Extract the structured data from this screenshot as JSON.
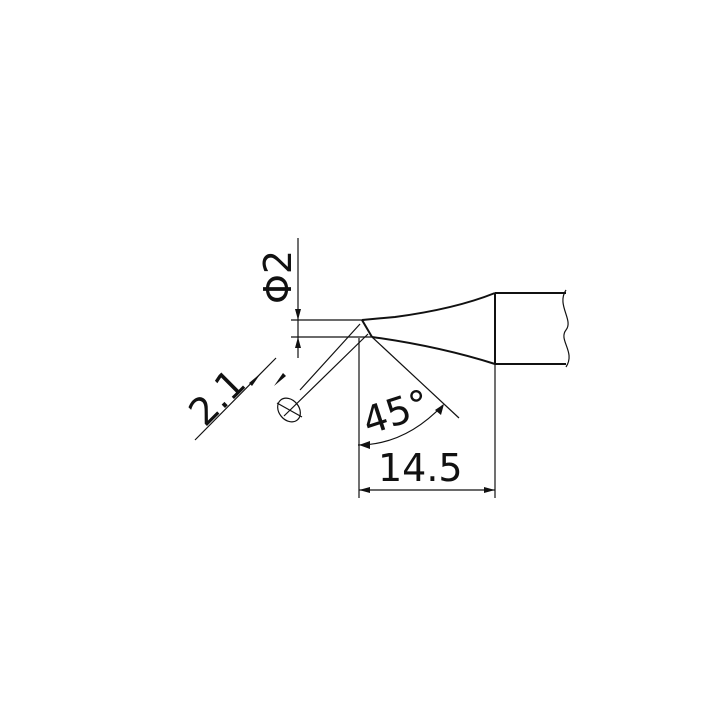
{
  "labels": {
    "diameter": "Φ2",
    "bevel_width": "2.1",
    "angle": "45°",
    "length": "14.5"
  },
  "colors": {
    "line": "#111111",
    "background": "#ffffff"
  }
}
